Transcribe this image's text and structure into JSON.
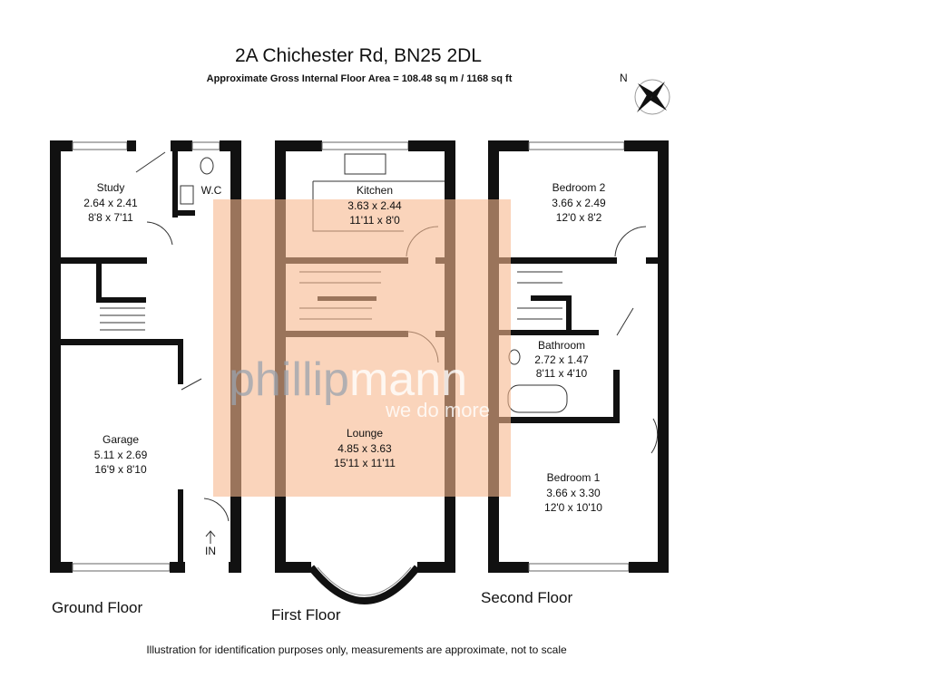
{
  "header": {
    "title": "2A Chichester Rd, BN25 2DL",
    "subtitle": "Approximate Gross Internal Floor Area = 108.48 sq m / 1168 sq ft",
    "north_label": "N"
  },
  "floors": {
    "ground": {
      "label": "Ground Floor",
      "rooms": [
        {
          "name": "Study",
          "metric": "2.64 x 2.41",
          "imperial": "8'8 x 7'11"
        },
        {
          "name": "W.C",
          "metric": "",
          "imperial": ""
        },
        {
          "name": "Garage",
          "metric": "5.11 x 2.69",
          "imperial": "16'9 x 8'10"
        }
      ],
      "entrance": "IN"
    },
    "first": {
      "label": "First Floor",
      "rooms": [
        {
          "name": "Kitchen",
          "metric": "3.63 x 2.44",
          "imperial": "11'11 x 8'0"
        },
        {
          "name": "Lounge",
          "metric": "4.85 x 3.63",
          "imperial": "15'11 x 11'11"
        }
      ]
    },
    "second": {
      "label": "Second Floor",
      "rooms": [
        {
          "name": "Bedroom 2",
          "metric": "3.66 x 2.49",
          "imperial": "12'0 x 8'2"
        },
        {
          "name": "Bathroom",
          "metric": "2.72 x 1.47",
          "imperial": "8'11 x 4'10"
        },
        {
          "name": "Bedroom 1",
          "metric": "3.66 x 3.30",
          "imperial": "12'0 x 10'10"
        }
      ]
    }
  },
  "watermark": {
    "brand_a": "phillip",
    "brand_b": "mann",
    "tagline": "we do more"
  },
  "footer": {
    "disclaimer": "Illustration for identification purposes only, measurements are approximate, not to scale"
  },
  "colors": {
    "watermark_overlay": "#f6c4a0",
    "wall": "#111111"
  }
}
